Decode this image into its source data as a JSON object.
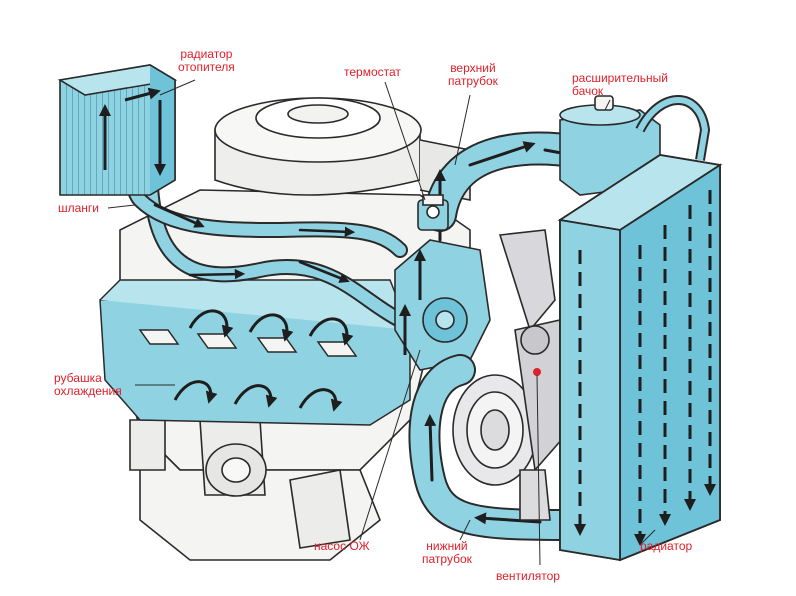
{
  "labels": {
    "heater_radiator": [
      "радиатор",
      "отопителя"
    ],
    "thermostat": "термостат",
    "upper_hose": [
      "верхний",
      "патрубок"
    ],
    "expansion_tank": [
      "расширительный",
      "бачок"
    ],
    "hoses": "шланги",
    "water_jacket": [
      "рубашка",
      "охлаждения"
    ],
    "coolant_pump": "насос ОЖ",
    "lower_hose": [
      "нижний",
      "патрубок"
    ],
    "fan": "вентилятор",
    "radiator": "радиатор"
  },
  "colors": {
    "coolant": "#8fd3e2",
    "coolant_dark": "#4fb3cc",
    "label": "#e0202a",
    "outline": "#2a2a2a",
    "engine_fill": "#f4f4f2",
    "fan_fill": "#d8d8dc"
  }
}
